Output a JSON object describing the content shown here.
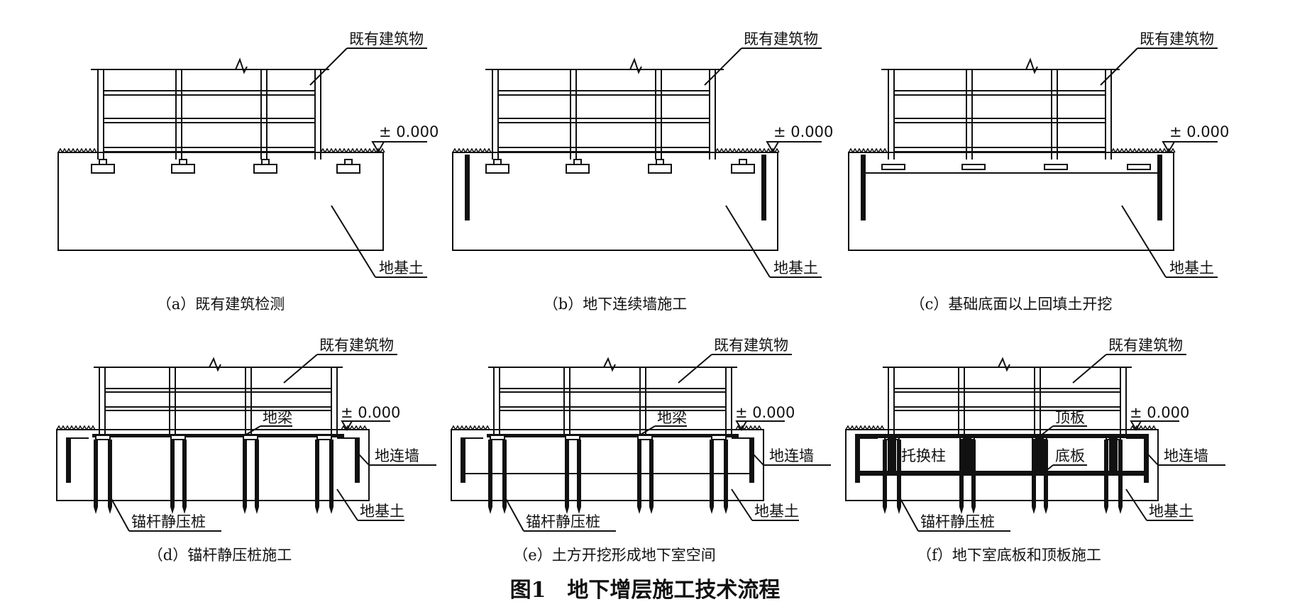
{
  "figure_title": "图1　地下增层施工技术流程",
  "elevation_mark": "± 0.000",
  "panels": [
    {
      "caption": "（a）既有建筑检测",
      "building": "既有建筑物",
      "soil": "地基土",
      "stage": 1
    },
    {
      "caption": "（b）地下连续墙施工",
      "building": "既有建筑物",
      "soil": "地基土",
      "stage": 2
    },
    {
      "caption": "（c）基础底面以上回填土开挖",
      "building": "既有建筑物",
      "soil": "地基土",
      "stage": 3
    },
    {
      "caption": "（d）锚杆静压桩施工",
      "building": "既有建筑物",
      "soil": "地基土",
      "stage": 4,
      "beam": "地梁",
      "wall": "地连墙",
      "pile": "锚杆静压桩"
    },
    {
      "caption": "（e）土方开挖形成地下室空间",
      "building": "既有建筑物",
      "soil": "地基土",
      "stage": 5,
      "beam": "地梁",
      "wall": "地连墙",
      "pile": "锚杆静压桩"
    },
    {
      "caption": "（f）地下室底板和顶板施工",
      "building": "既有建筑物",
      "soil": "地基土",
      "stage": 6,
      "top_slab": "顶板",
      "bottom_slab": "底板",
      "column": "托换柱",
      "wall": "地连墙",
      "pile": "锚杆静压桩"
    }
  ]
}
